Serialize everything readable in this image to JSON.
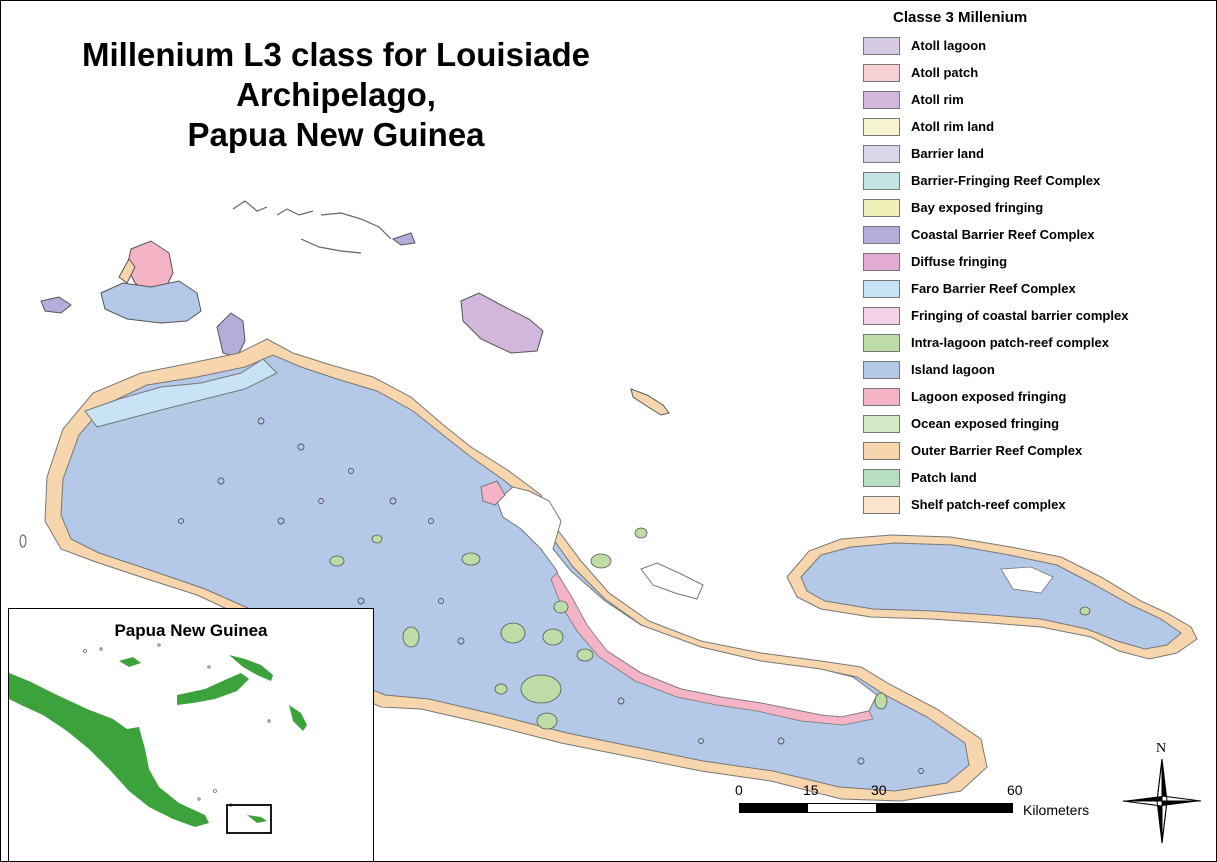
{
  "map": {
    "title_line1": "Millenium L3 class for Louisiade Archipelago,",
    "title_line2": "Papua New Guinea"
  },
  "legend": {
    "title": "Classe 3 Millenium",
    "items": [
      {
        "label": "Atoll lagoon",
        "color": "#d6cbe3"
      },
      {
        "label": "Atoll patch",
        "color": "#f7d0d4"
      },
      {
        "label": "Atoll rim",
        "color": "#d2b6dc"
      },
      {
        "label": "Atoll rim land",
        "color": "#f6f5cf"
      },
      {
        "label": "Barrier land",
        "color": "#d9d6ea"
      },
      {
        "label": "Barrier-Fringing Reef Complex",
        "color": "#c4e3e3"
      },
      {
        "label": "Bay exposed fringing",
        "color": "#eef0b5"
      },
      {
        "label": "Coastal Barrier Reef Complex",
        "color": "#b3addb"
      },
      {
        "label": "Diffuse fringing",
        "color": "#e3abd4"
      },
      {
        "label": "Faro Barrier Reef Complex",
        "color": "#c8e3f5"
      },
      {
        "label": "Fringing of coastal barrier complex",
        "color": "#f6d2e8"
      },
      {
        "label": "Intra-lagoon patch-reef complex",
        "color": "#bedca5"
      },
      {
        "label": "Island lagoon",
        "color": "#b4c8e8"
      },
      {
        "label": "Lagoon exposed fringing",
        "color": "#f4b4c5"
      },
      {
        "label": "Ocean exposed fringing",
        "color": "#d7eac8"
      },
      {
        "label": "Outer Barrier Reef Complex",
        "color": "#f7d6ad"
      },
      {
        "label": "Patch land",
        "color": "#b7dfc4"
      },
      {
        "label": "Shelf patch-reef complex",
        "color": "#fbe3cc"
      }
    ]
  },
  "inset": {
    "title": "Papua New Guinea",
    "land_color": "#3ca33c"
  },
  "scale": {
    "ticks": [
      "0",
      "15",
      "30",
      "60"
    ],
    "unit": "Kilometers"
  },
  "north": {
    "label": "N"
  }
}
